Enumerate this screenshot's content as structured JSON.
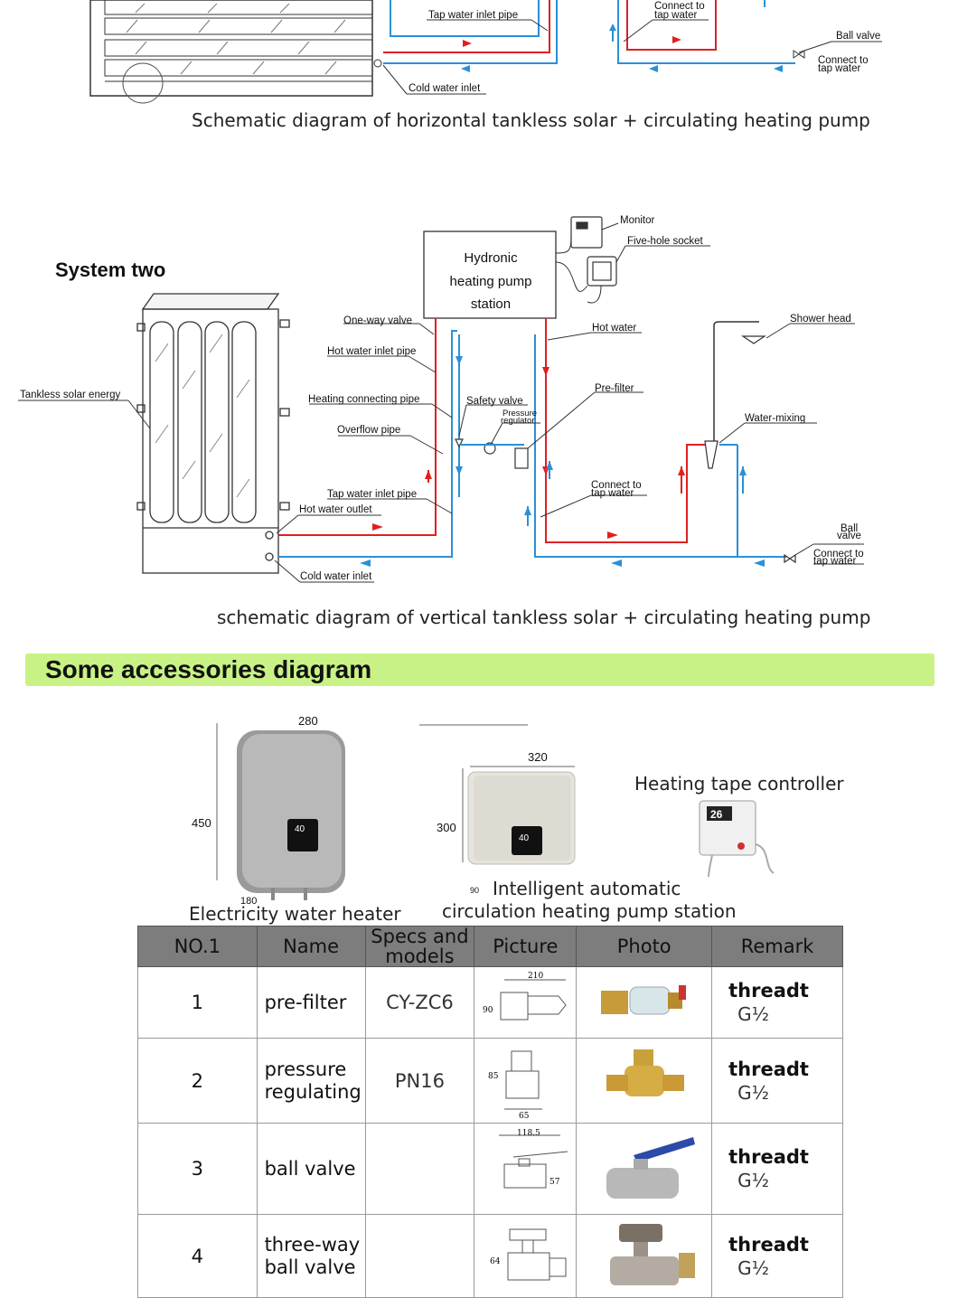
{
  "system_one": {
    "labels": {
      "tap_inlet": "Tap water inlet pipe",
      "cold_inlet": "Cold water inlet",
      "connect_tap_1": "Connect to",
      "connect_tap_2": "tap water",
      "ball_valve": "Ball valve",
      "connect_tap2_1": "Connect to",
      "connect_tap2_2": "tap water"
    },
    "caption": "Schematic diagram of horizontal tankless solar + circulating heating pump"
  },
  "system_two": {
    "title": "System two",
    "labels": {
      "station_1": "Hydronic",
      "station_2": "heating pump",
      "station_3": "station",
      "monitor": "Monitor",
      "socket": "Five-hole socket",
      "one_way": "One-way valve",
      "hot_inlet": "Hot water inlet pipe",
      "tankless": "Tankless solar energy",
      "heating_pipe": "Heating connecting pipe",
      "overflow": "Overflow pipe",
      "tap_inlet": "Tap water inlet pipe",
      "hot_outlet": "Hot water outlet",
      "cold_inlet": "Cold water inlet",
      "safety": "Safety valve",
      "pressure_1": "Pressure",
      "pressure_2": "regulator",
      "hot_water": "Hot water",
      "prefilter": "Pre-filter",
      "connect_1": "Connect to",
      "connect_2": "tap water",
      "shower": "Shower head",
      "mixing": "Water-mixing",
      "ball_1": "Ball",
      "ball_2": "valve",
      "connect_b1": "Connect to",
      "connect_b2": "tap water"
    },
    "caption": "schematic diagram of vertical tankless solar + circulating heating pump"
  },
  "section_title": "Some accessories diagram",
  "accessories": {
    "heater": {
      "dim_w": "280",
      "dim_h": "450",
      "dim_d": "180",
      "display": "40",
      "caption": "Electricity water heater"
    },
    "pump": {
      "dim_w": "320",
      "dim_h": "300",
      "dim_d": "90",
      "display": "40",
      "caption_1": "Intelligent automatic",
      "caption_2": "circulation heating pump station"
    },
    "controller": {
      "title": "Heating tape controller",
      "display": "26"
    }
  },
  "table": {
    "headers": {
      "no": "NO.1",
      "name": "Name",
      "specs_1": "Specs and",
      "specs_2": "models",
      "picture": "Picture",
      "photo": "Photo",
      "remark": "Remark"
    },
    "rows": [
      {
        "no": "1",
        "name": "pre-filter",
        "name2": "",
        "model": "CY-ZC6",
        "dim_a": "210",
        "dim_b": "90",
        "remark_1": "threadt",
        "remark_2": "G½"
      },
      {
        "no": "2",
        "name": "pressure",
        "name2": "regulating",
        "model": "PN16",
        "dim_a": "85",
        "dim_b": "65",
        "remark_1": "threadt",
        "remark_2": "G½"
      },
      {
        "no": "3",
        "name": "ball valve",
        "name2": "",
        "model": "",
        "dim_a": "118.5",
        "dim_b": "57",
        "remark_1": "threadt",
        "remark_2": "G½"
      },
      {
        "no": "4",
        "name": "three-way",
        "name2": "ball valve",
        "model": "",
        "dim_a": "64",
        "dim_b": "",
        "remark_1": "threadt",
        "remark_2": "G½"
      }
    ]
  },
  "colors": {
    "hot": "#e02020",
    "cold": "#2a90d8",
    "accent_bar": "#c8f285",
    "table_header": "#7d7d7d"
  }
}
